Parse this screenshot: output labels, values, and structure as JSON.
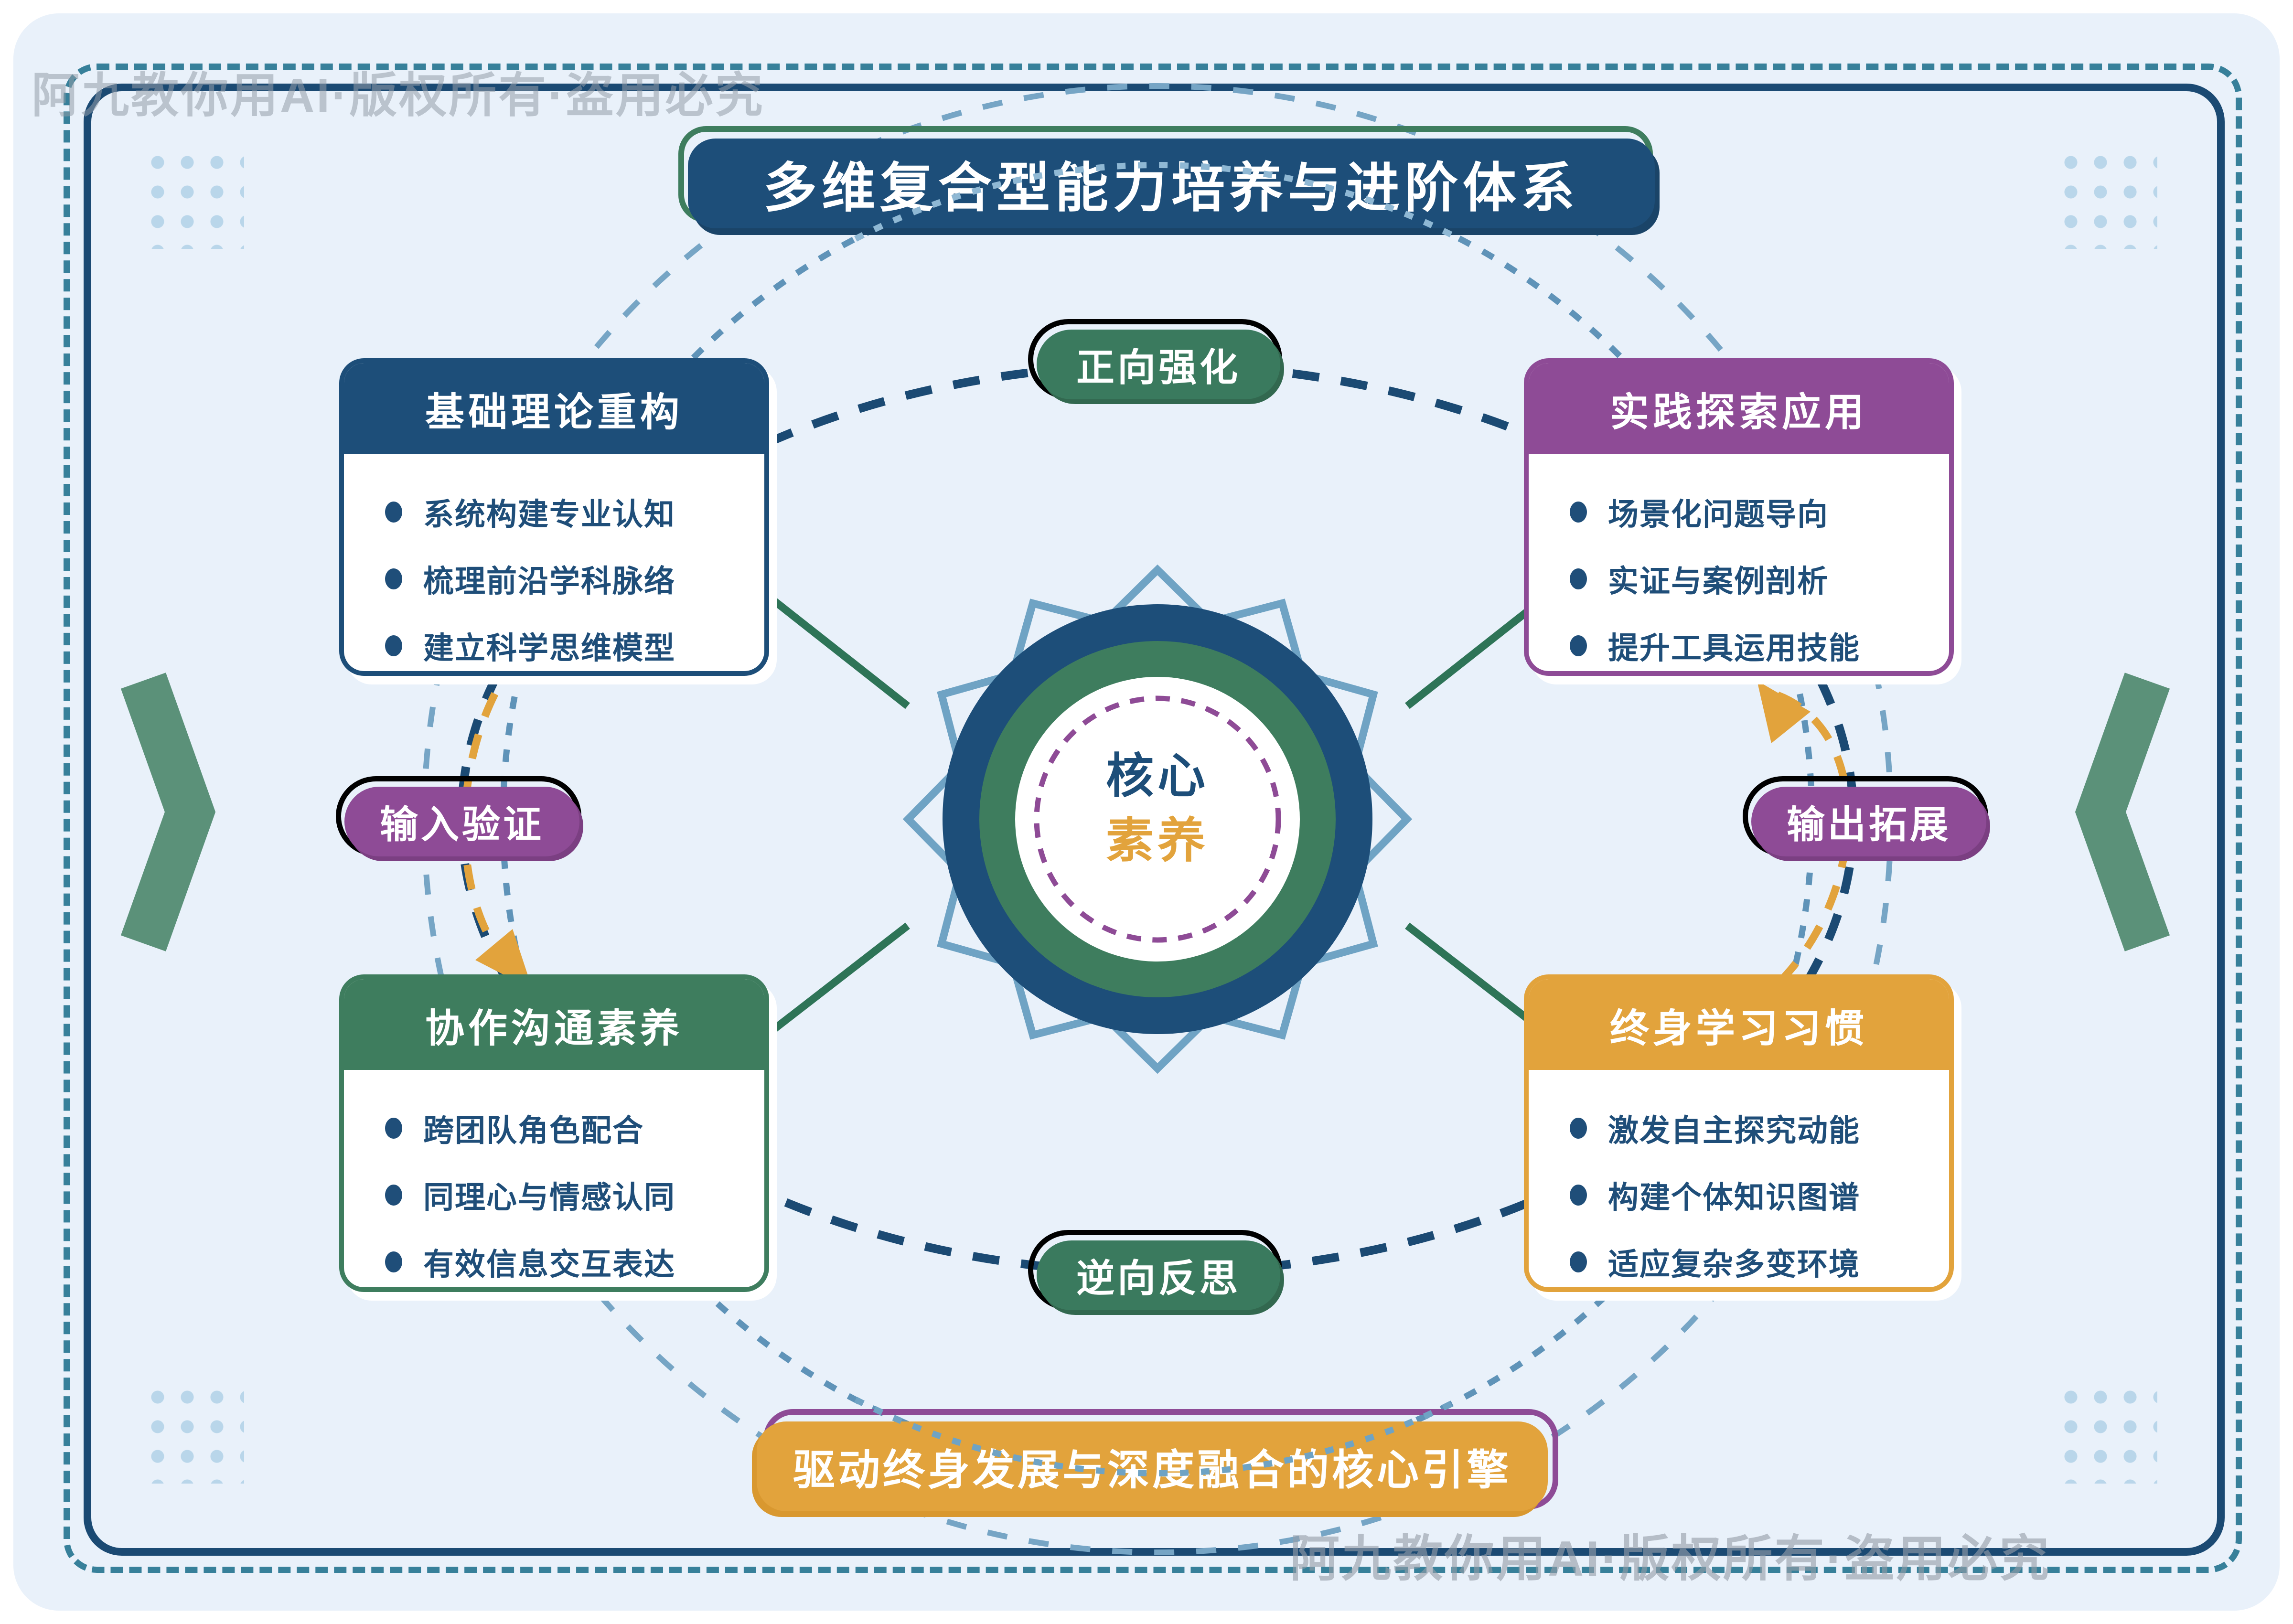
{
  "title": {
    "text": "多维复合型能力培养与进阶体系"
  },
  "center": {
    "line1": "核心",
    "line2": "素养"
  },
  "boxes": {
    "top_left": {
      "title": "基础理论重构",
      "bullets": [
        "系统构建专业认知",
        "梳理前沿学科脉络",
        "建立科学思维模型"
      ]
    },
    "top_right": {
      "title": "实践探索应用",
      "bullets": [
        "场景化问题导向",
        "实证与案例剖析",
        "提升工具运用技能"
      ]
    },
    "bottom_left": {
      "title": "协作沟通素养",
      "bullets": [
        "跨团队角色配合",
        "同理心与情感认同",
        "有效信息交互表达"
      ]
    },
    "bottom_right": {
      "title": "终身学习习惯",
      "bullets": [
        "激发自主探究动能",
        "构建个体知识图谱",
        "适应复杂多变环境"
      ]
    }
  },
  "pills": {
    "top": "正向强化",
    "left": "输入验证",
    "right": "输出拓展",
    "bottom": "逆向反思"
  },
  "banner": {
    "text": "驱动终身发展与深度融合的核心引擎"
  },
  "watermark": {
    "top_left": "阿九教你用AI·版权所有·盗用必究",
    "bottom_right": "阿九教你用AI·版权所有·盗用必究"
  },
  "colors": {
    "navy": "#1d4e79",
    "green": "#3e7d5e",
    "purple": "#8e4b96",
    "orange": "#e2a33c",
    "steel_blue": "#6fa3c4",
    "chevron_green": "#5b9179",
    "panel_bg": "#e9f1fa",
    "dashed_border": "#37809a"
  }
}
